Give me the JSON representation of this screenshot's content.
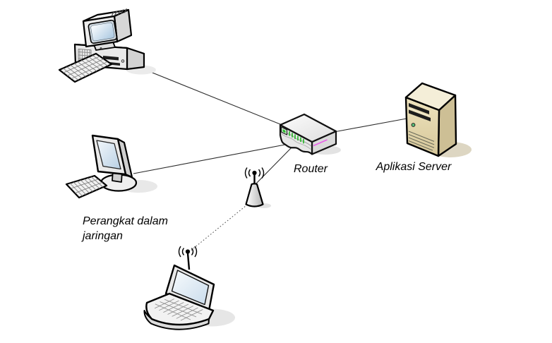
{
  "diagram": {
    "type": "network-topology",
    "background": "#ffffff",
    "nodes": [
      {
        "id": "desktop-pc",
        "type": "desktop-computer",
        "label": ""
      },
      {
        "id": "client-workstation",
        "type": "monitor-with-keyboard",
        "label": "Perangkat dalam jaringan",
        "label_lines": [
          "Perangkat dalam",
          "jaringan"
        ]
      },
      {
        "id": "router",
        "type": "router",
        "label": "Router"
      },
      {
        "id": "application-server",
        "type": "server-tower",
        "label": "Aplikasi Server"
      },
      {
        "id": "access-point",
        "type": "wireless-antenna",
        "label": ""
      },
      {
        "id": "laptop",
        "type": "wireless-laptop",
        "label": ""
      }
    ],
    "edges": [
      {
        "from": "desktop-pc",
        "to": "router",
        "style": "solid"
      },
      {
        "from": "client-workstation",
        "to": "router",
        "style": "solid"
      },
      {
        "from": "router",
        "to": "application-server",
        "style": "solid"
      },
      {
        "from": "router",
        "to": "access-point",
        "style": "solid"
      },
      {
        "from": "access-point",
        "to": "laptop",
        "style": "dotted"
      }
    ],
    "colors": {
      "background": "#ffffff",
      "line": "#2b2b2b",
      "outline": "#000000",
      "device_gray": "#ececec",
      "screen_blue": "#b9d0e4",
      "server_tan": "#e6dbb2",
      "led_green": "#2db82d",
      "accent_magenta": "#e95fe9"
    }
  }
}
